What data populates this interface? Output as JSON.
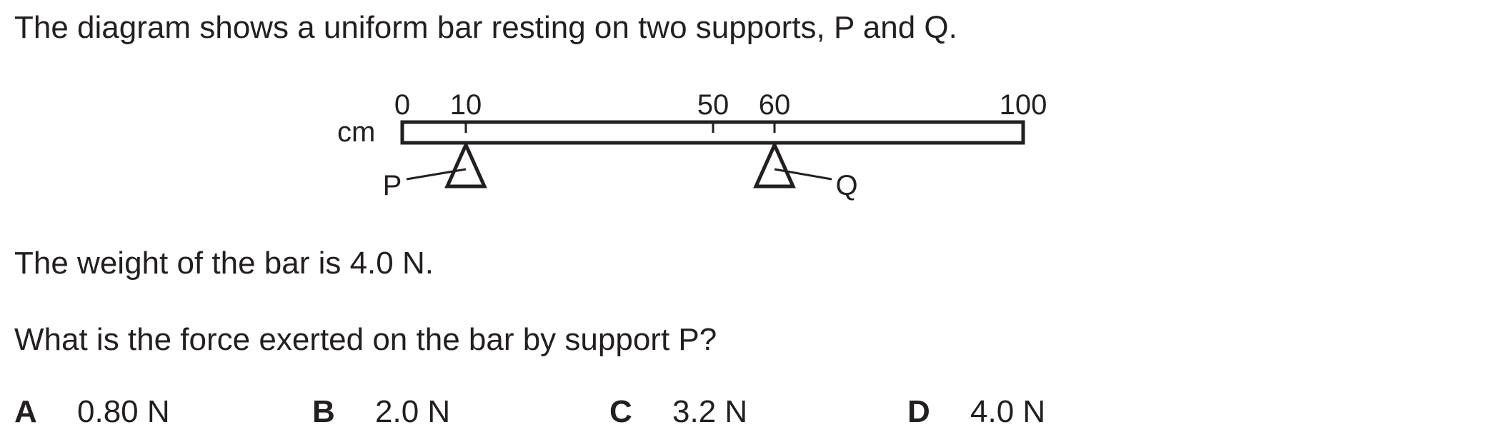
{
  "question": {
    "intro": "The diagram shows a uniform bar resting on two supports, P and Q.",
    "weight_statement": "The weight of the bar is 4.0 N.",
    "prompt": "What is the force exerted on the bar by support P?"
  },
  "diagram": {
    "unit_label": "cm",
    "scale_marks": [
      {
        "label": "0",
        "value_cm": 0
      },
      {
        "label": "10",
        "value_cm": 10
      },
      {
        "label": "50",
        "value_cm": 50
      },
      {
        "label": "60",
        "value_cm": 60
      },
      {
        "label": "100",
        "value_cm": 100
      }
    ],
    "supports": [
      {
        "label": "P",
        "position_cm": 10
      },
      {
        "label": "Q",
        "position_cm": 60
      }
    ]
  },
  "options": [
    {
      "letter": "A",
      "text": "0.80 N"
    },
    {
      "letter": "B",
      "text": "2.0 N"
    },
    {
      "letter": "C",
      "text": "3.2 N"
    },
    {
      "letter": "D",
      "text": "4.0 N"
    }
  ]
}
